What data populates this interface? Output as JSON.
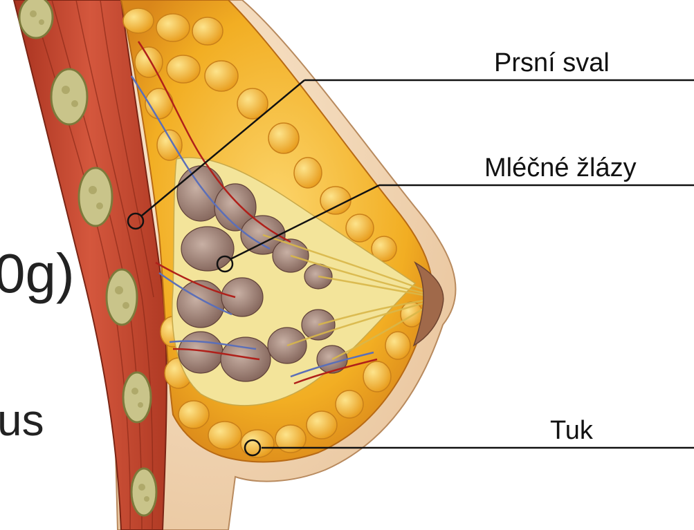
{
  "background_fragments": {
    "top": "0g)",
    "bottom": "us"
  },
  "labels": {
    "muscle": "Prsní sval",
    "glands": "Mléčné žlázy",
    "fat": "Tuk"
  },
  "colors": {
    "background": "#ffffff",
    "muscle_red": "#c4432f",
    "fat_yellow": "#f3b21f",
    "gland_brown": "#8a6a5e",
    "skin": "#f4d9b6",
    "vein_blue": "#5b6fb8",
    "leader_line": "#111111"
  }
}
